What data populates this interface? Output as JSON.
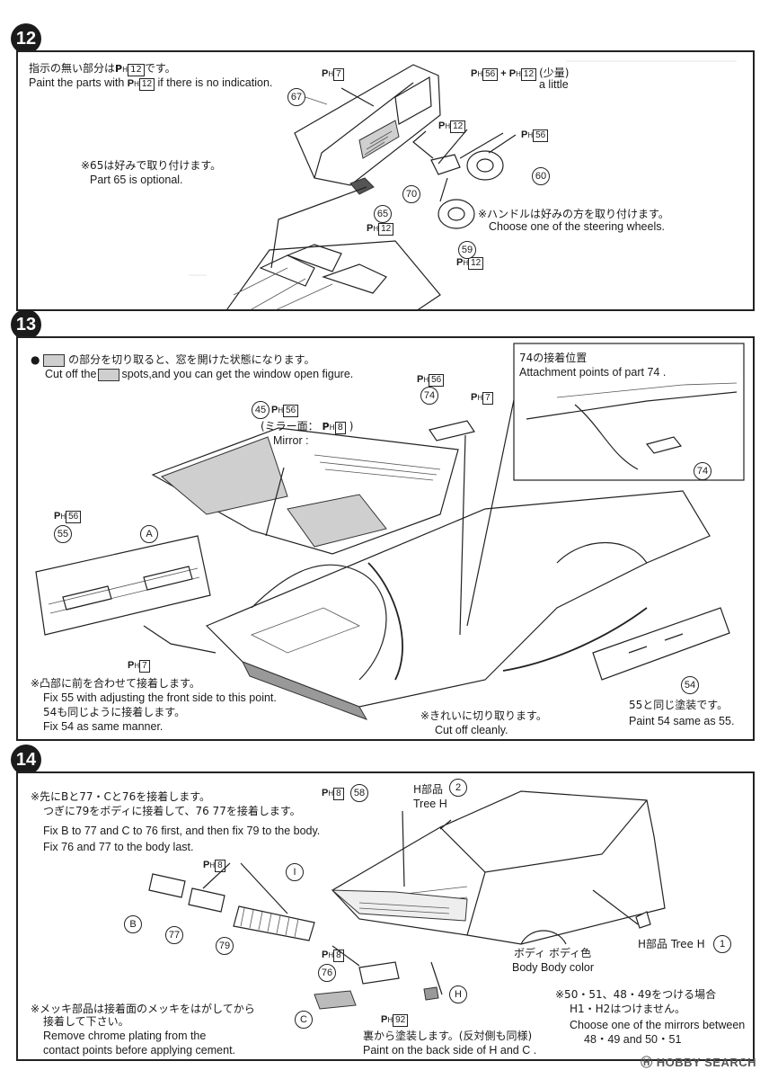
{
  "steps": [
    {
      "number": "12",
      "lines": {
        "no_indication_jp": "指示の無い部分は",
        "no_indication_jp_tail": "です。",
        "no_indication_en": "Paint the parts with",
        "no_indication_en_tail": "if there is no indication.",
        "optional_jp": "※65は好みで取り付けます。",
        "optional_en": "Part 65 is optional.",
        "steering_jp": "※ハンドルは好みの方を取り付けます。",
        "steering_en": "Choose one of the steering wheels.",
        "little_jp": "(少量)",
        "little_en": "a little"
      },
      "parts": [
        "67",
        "65",
        "70",
        "60",
        "59"
      ]
    },
    {
      "number": "13",
      "lines": {
        "cut_jp": "の部分を切り取ると、窓を開けた状態になります。",
        "cut_en_1": "Cut off the",
        "cut_en_2": "spots,and you can get the window open figure.",
        "attach_jp": "74の接着位置",
        "attach_en": "Attachment points of part 74 .",
        "mirror_jp": "(ミラー面：",
        "mirror_en": "Mirror :",
        "fix_jp": "※凸部に前を合わせて接着します。",
        "fix_en": "Fix 55 with adjusting the front side to this point.",
        "fix54_jp": "54も同じように接着します。",
        "fix54_en": "Fix 54 as same manner.",
        "clean_jp": "※きれいに切り取ります。",
        "clean_en": "Cut off cleanly.",
        "same_jp": "55と同じ塗装です。",
        "same_en": "Paint 54 same as 55."
      },
      "parts": [
        "45",
        "74",
        "55",
        "A",
        "54"
      ]
    },
    {
      "number": "14",
      "lines": {
        "order_jp_1": "※先にBと77・Cと76を接着します。",
        "order_jp_2": "つぎに79をボディに接着して、76 77を接着します。",
        "order_en_1": "Fix B to 77 and C to 76 first, and then fix 79 to the body.",
        "order_en_2": "Fix 76 and 77 to the body last.",
        "tree_h_jp": "H部品",
        "tree_h_en": "Tree H",
        "tree_h1": "H部品 Tree H",
        "body_jp": "ボディ ボディ色",
        "body_en": "Body  Body color",
        "chrome_jp_1": "※メッキ部品は接着面のメッキをはがしてから",
        "chrome_jp_2": "接着して下さい。",
        "chrome_en_1": "Remove chrome plating from the",
        "chrome_en_2": "contact points before applying cement.",
        "back_jp": "裏から塗装します。(反対側も同様)",
        "back_en": "Paint on the back side of H and C .",
        "mirror_jp_1": "※50・51、48・49をつける場合",
        "mirror_jp_2": "H1・H2はつけません。",
        "mirror_en_1": "Choose one of the mirrors between",
        "mirror_en_2": "48・49 and 50・51"
      },
      "parts": [
        "58",
        "2",
        "B",
        "77",
        "79",
        "76",
        "C",
        "H",
        "1"
      ]
    }
  ],
  "paint_codes": {
    "ph12": "12",
    "ph7": "7",
    "ph56": "56",
    "ph8": "8",
    "ph92": "92"
  },
  "watermark": "HOBBY SEARCH"
}
